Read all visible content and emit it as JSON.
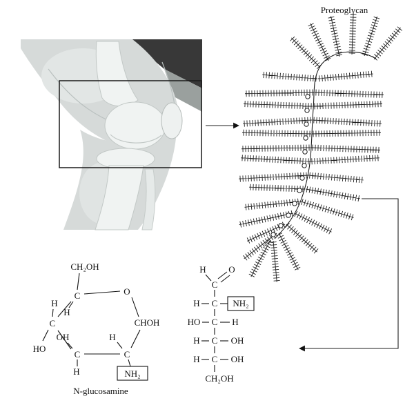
{
  "labels": {
    "proteoglycan": "Proteoglycan",
    "glucosamine_caption": "N-glucosamine"
  },
  "ring": {
    "ch2oh": "CH₂OH",
    "o": "O",
    "c": "C",
    "h": "H",
    "oh": "OH",
    "ho": "HO",
    "choh": "CHOH",
    "nh2": "NH₂"
  },
  "chain": {
    "h": "H",
    "o": "O",
    "c": "C",
    "nh2": "NH₂",
    "ho": "HO",
    "oh": "OH",
    "ch2oh": "CH₂OH"
  }
}
